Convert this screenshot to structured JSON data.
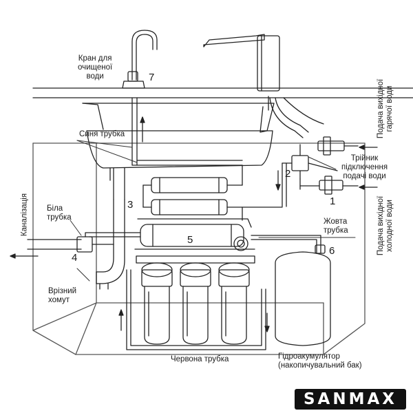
{
  "labels": {
    "tap": [
      "Кран для",
      "очищеної",
      "води"
    ],
    "blue_tube": "Синя трубка",
    "tee": [
      "Трійник",
      "підключення",
      "подачі води"
    ],
    "hot_water": [
      "Подача вихідної",
      "гарячої води"
    ],
    "cold_water": [
      "Подача вихідної",
      "холодної води"
    ],
    "sewer": "Каналізація",
    "white_tube": [
      "Біла",
      "трубка"
    ],
    "yellow_tube": [
      "Жовта",
      "трубка"
    ],
    "clamp": [
      "Врізний",
      "хомут"
    ],
    "red_tube": "Червона трубка",
    "tank": [
      "Гідроакумулятор",
      "(накопичувальний бак)"
    ]
  },
  "numbers": [
    "1",
    "2",
    "3",
    "4",
    "5",
    "6",
    "7"
  ],
  "brand": "SANMAX"
}
